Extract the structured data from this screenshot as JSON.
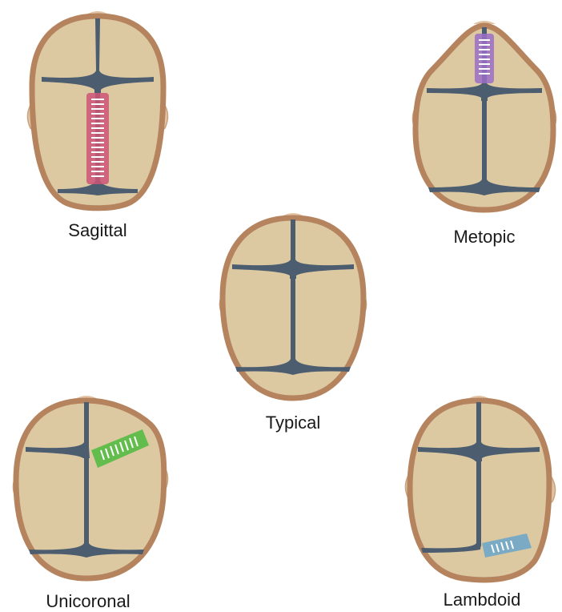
{
  "colors": {
    "skin": "#e2c3a3",
    "bone": "#dcc9a2",
    "rim": "#b5845f",
    "suture": "#4c5d70",
    "sagittal_highlight": "#cc5577",
    "metopic_highlight": "#9b6fc7",
    "unicoronal_highlight": "#55bb44",
    "lambdoid_highlight": "#6fa6c8"
  },
  "skulls": [
    {
      "id": "sagittal",
      "label": "Sagittal"
    },
    {
      "id": "metopic",
      "label": "Metopic"
    },
    {
      "id": "typical",
      "label": "Typical"
    },
    {
      "id": "unicoronal",
      "label": "Unicoronal"
    },
    {
      "id": "lambdoid",
      "label": "Lambdoid"
    }
  ]
}
